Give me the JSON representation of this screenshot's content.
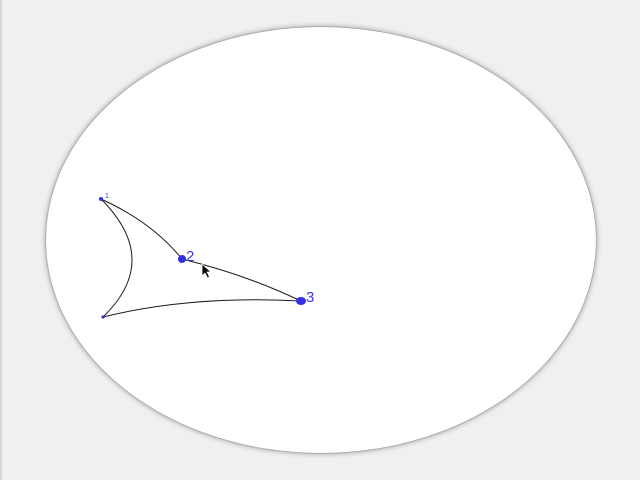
{
  "canvas": {
    "background_color": "#f0f0f0",
    "disk_color": "#ffffff",
    "curve_color": "#1a1a1a",
    "point_color": "#3030e6"
  },
  "points": [
    {
      "label": "1",
      "selected": false
    },
    {
      "label": "2",
      "selected": true
    },
    {
      "label": "3",
      "selected": true
    },
    {
      "label": "",
      "selected": false
    }
  ],
  "cursor": {
    "icon": "arrow-cursor-icon"
  }
}
